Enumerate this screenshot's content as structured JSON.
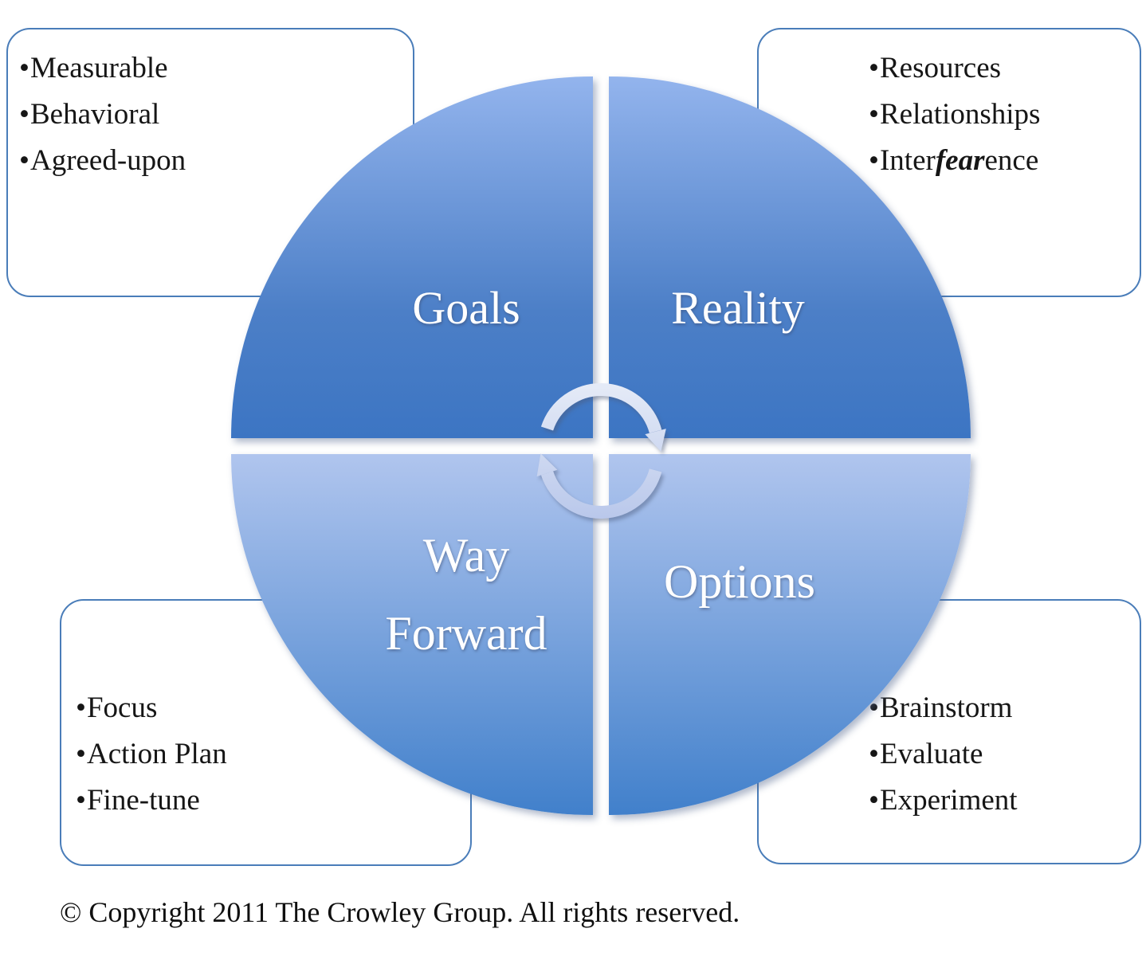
{
  "quadrants": {
    "top_left": {
      "label": "Goals"
    },
    "top_right": {
      "label": "Reality"
    },
    "bottom_left": {
      "label_line1": "Way",
      "label_line2": "Forward"
    },
    "bottom_right": {
      "label": "Options"
    }
  },
  "bullet_char": "•",
  "callouts": {
    "top_left": {
      "items": [
        [
          {
            "t": "Measurable"
          }
        ],
        [
          {
            "t": "Behavioral"
          }
        ],
        [
          {
            "t": "Agreed-upon"
          }
        ]
      ]
    },
    "top_right": {
      "items": [
        [
          {
            "t": "Resources"
          }
        ],
        [
          {
            "t": "Relationships"
          }
        ],
        [
          {
            "t": "Inter"
          },
          {
            "t": "fear",
            "em": true
          },
          {
            "t": "ence"
          }
        ]
      ]
    },
    "bottom_left": {
      "items": [
        [
          {
            "t": "Focus"
          }
        ],
        [
          {
            "t": "Action Plan"
          }
        ],
        [
          {
            "t": "Fine-tune"
          }
        ]
      ]
    },
    "bottom_right": {
      "items": [
        [
          {
            "t": "Brainstorm"
          }
        ],
        [
          {
            "t": "Evaluate"
          }
        ],
        [
          {
            "t": "Experiment"
          }
        ]
      ]
    }
  },
  "center_icon": "clockwise-cycle-arrows",
  "colors": {
    "quadrant_top_gradient": [
      "#93b4ed",
      "#3c75c3"
    ],
    "quadrant_bottom_gradient": [
      "#b0c5ee",
      "#4180cb"
    ],
    "callout_border": "#4a7db9",
    "arrow_fill_light": "#e8edf8",
    "arrow_fill_dark": "#b7c6ea",
    "label_text": "#ffffff",
    "bullet_text": "#161616"
  },
  "footer": {
    "copyright": "© Copyright 2011 The Crowley Group. All rights reserved."
  }
}
